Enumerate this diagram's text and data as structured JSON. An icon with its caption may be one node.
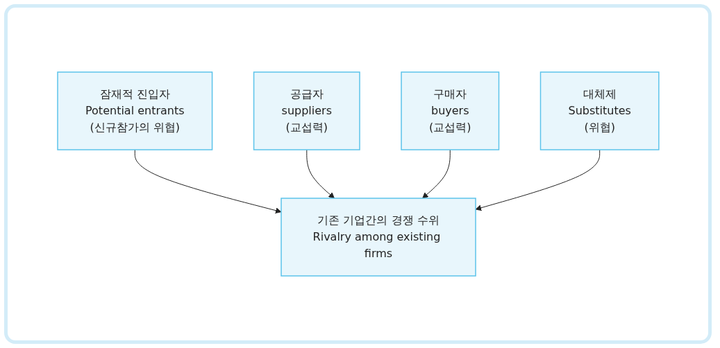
{
  "diagram": {
    "nodes": [
      {
        "text": [
          "잠재적 진입자",
          "Potential entrants",
          "(신규참가의 위협)"
        ]
      },
      {
        "text": [
          "공급자",
          "suppliers",
          "(교섭력)"
        ]
      },
      {
        "text": [
          "기존 기업간의 경쟁 수위",
          "Rivalry among existing firms"
        ]
      },
      {
        "text": [
          "구매자",
          "buyers",
          "(교섭력)"
        ]
      },
      {
        "text": [
          "대체제",
          "Substitutes",
          "(위협)"
        ]
      }
    ],
    "edges": [
      {
        "from": 0,
        "to": 2,
        "arrow": "to"
      },
      {
        "from": 1,
        "to": 2,
        "arrow": "to"
      },
      {
        "from": 3,
        "to": 2,
        "arrow": "to"
      },
      {
        "from": 4,
        "to": 2,
        "arrow": "to"
      }
    ]
  }
}
